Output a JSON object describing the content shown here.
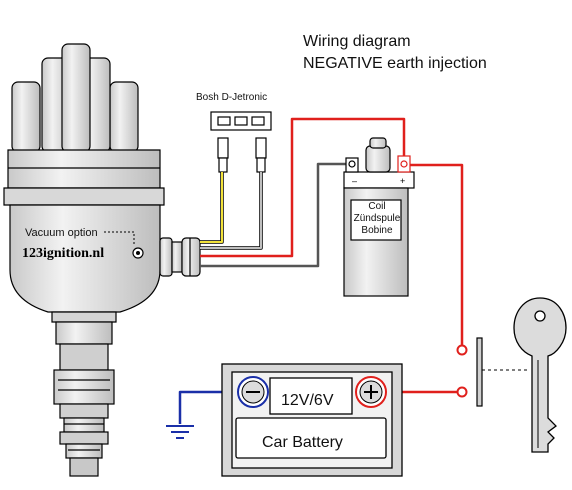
{
  "title": {
    "line1": "Wiring diagram",
    "line2": "NEGATIVE earth injection"
  },
  "distributor": {
    "vacuum_option": "Vacuum option",
    "brand": "123ignition.nl"
  },
  "connector": {
    "label": "Bosh D-Jetronic"
  },
  "coil": {
    "line1": "Coil",
    "line2": "Zündspule",
    "line3": "Bobine"
  },
  "battery": {
    "voltage": "12V/6V",
    "label": "Car Battery"
  },
  "colors": {
    "positive_wire": "#e0201c",
    "negative_wire": "#1a2fa8",
    "signal_wire_yellow": "#f2e23a",
    "signal_wire_grey": "#bfbfbf",
    "coil_wire_dark": "#555555",
    "component_fill": "#e8e8e8",
    "outline": "#000000"
  }
}
